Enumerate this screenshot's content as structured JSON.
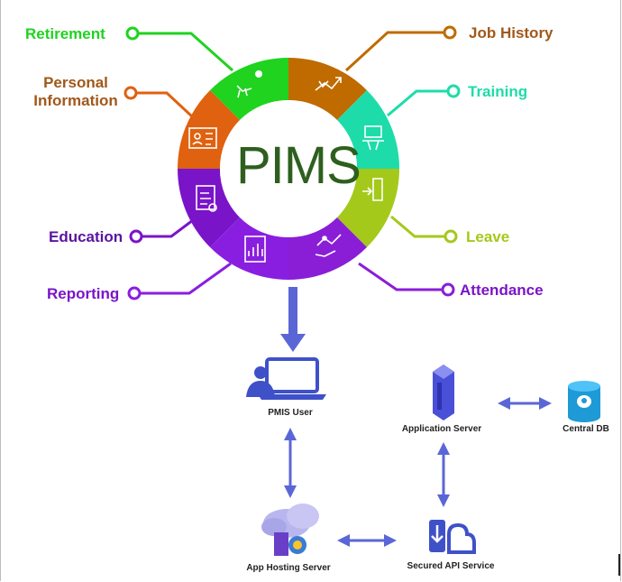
{
  "center_title": "PIMS",
  "modules": [
    {
      "key": "retirement",
      "label": "Retirement",
      "color": "#1fd31f"
    },
    {
      "key": "personal_information",
      "label_line1": "Personal",
      "label_line2": "Information",
      "color": "#e0610f"
    },
    {
      "key": "job_history",
      "label": "Job History",
      "color": "#bf6b00"
    },
    {
      "key": "training",
      "label": "Training",
      "color": "#1ddcaa"
    },
    {
      "key": "leave",
      "label": "Leave",
      "color": "#a4c91a"
    },
    {
      "key": "attendance",
      "label": "Attendance",
      "color": "#8a1ed6"
    },
    {
      "key": "reporting",
      "label": "Reporting",
      "color": "#8a1ee0"
    },
    {
      "key": "education",
      "label": "Education",
      "color": "#7a14c9"
    }
  ],
  "architecture": {
    "pmis_user": "PMIS User",
    "application_server": "Application Server",
    "central_db": "Central DB",
    "app_hosting_server": "App Hosting Server",
    "secured_api_service": "Secured API Service"
  },
  "colors": {
    "title": "#2e5f1e",
    "arrow": "#5b66d6",
    "icon_blue": "#3f51c8"
  },
  "icons": [
    "retirement-icon",
    "job-history-icon",
    "training-icon",
    "leave-icon",
    "attendance-icon",
    "reporting-icon",
    "education-icon",
    "personal-information-icon",
    "laptop-user-icon",
    "server-icon",
    "database-icon",
    "cloud-server-icon",
    "api-service-icon"
  ]
}
